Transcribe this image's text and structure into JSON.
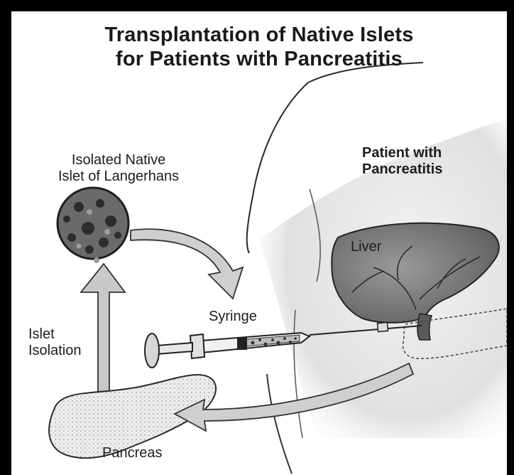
{
  "title": {
    "line1": "Transplantation of Native Islets",
    "line2": "for Patients with Pancreatitis"
  },
  "labels": {
    "isolated_islet": [
      "Isolated Native",
      "Islet of Langerhans"
    ],
    "patient": [
      "Patient with",
      "Pancreatitis"
    ],
    "liver": "Liver",
    "syringe": "Syringe",
    "islet_isolation": [
      "Islet",
      "Isolation"
    ],
    "pancreas": "Pancreas"
  },
  "icons": [
    "islet-cluster-icon",
    "syringe-icon",
    "liver-icon",
    "pancreas-icon",
    "patient-torso-icon"
  ],
  "colors": {
    "frame": "#000000",
    "background": "#ffffff",
    "text": "#1d1d1d",
    "organ_fill": "#7a7a7a",
    "arrow_fill": "#c8c8c8"
  }
}
